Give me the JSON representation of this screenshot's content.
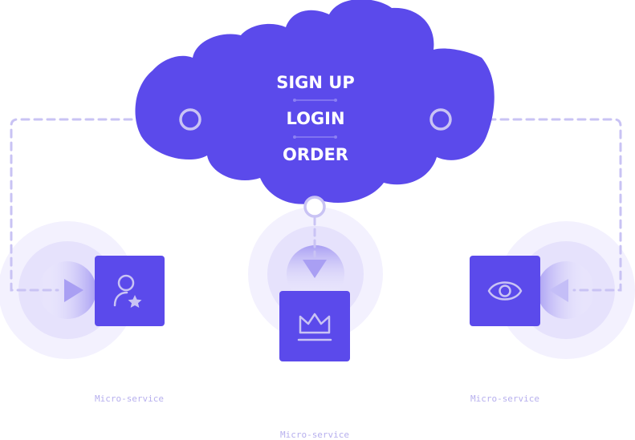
{
  "cloud": {
    "items": [
      {
        "label": "SIGN UP"
      },
      {
        "label": "LOGIN"
      },
      {
        "label": "ORDER"
      }
    ]
  },
  "services": [
    {
      "label": "Micro-service",
      "icon": "user-star-icon"
    },
    {
      "label": "Micro-service",
      "icon": "crown-icon"
    },
    {
      "label": "Micro-service",
      "icon": "eye-icon"
    }
  ],
  "colors": {
    "accent": "#5b4aeb",
    "connector": "#c9c3f4",
    "halo": "#ece9fd",
    "label": "#b7b0ee"
  }
}
